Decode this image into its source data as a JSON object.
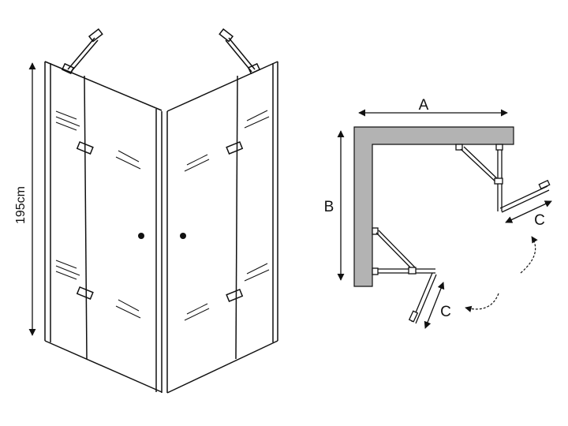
{
  "height_label": "195cm",
  "plan_labels": {
    "width": "A",
    "depth": "B",
    "door_top": "C",
    "door_left": "C"
  },
  "colors": {
    "line": "#111111",
    "wall": "#b3b3b3"
  }
}
